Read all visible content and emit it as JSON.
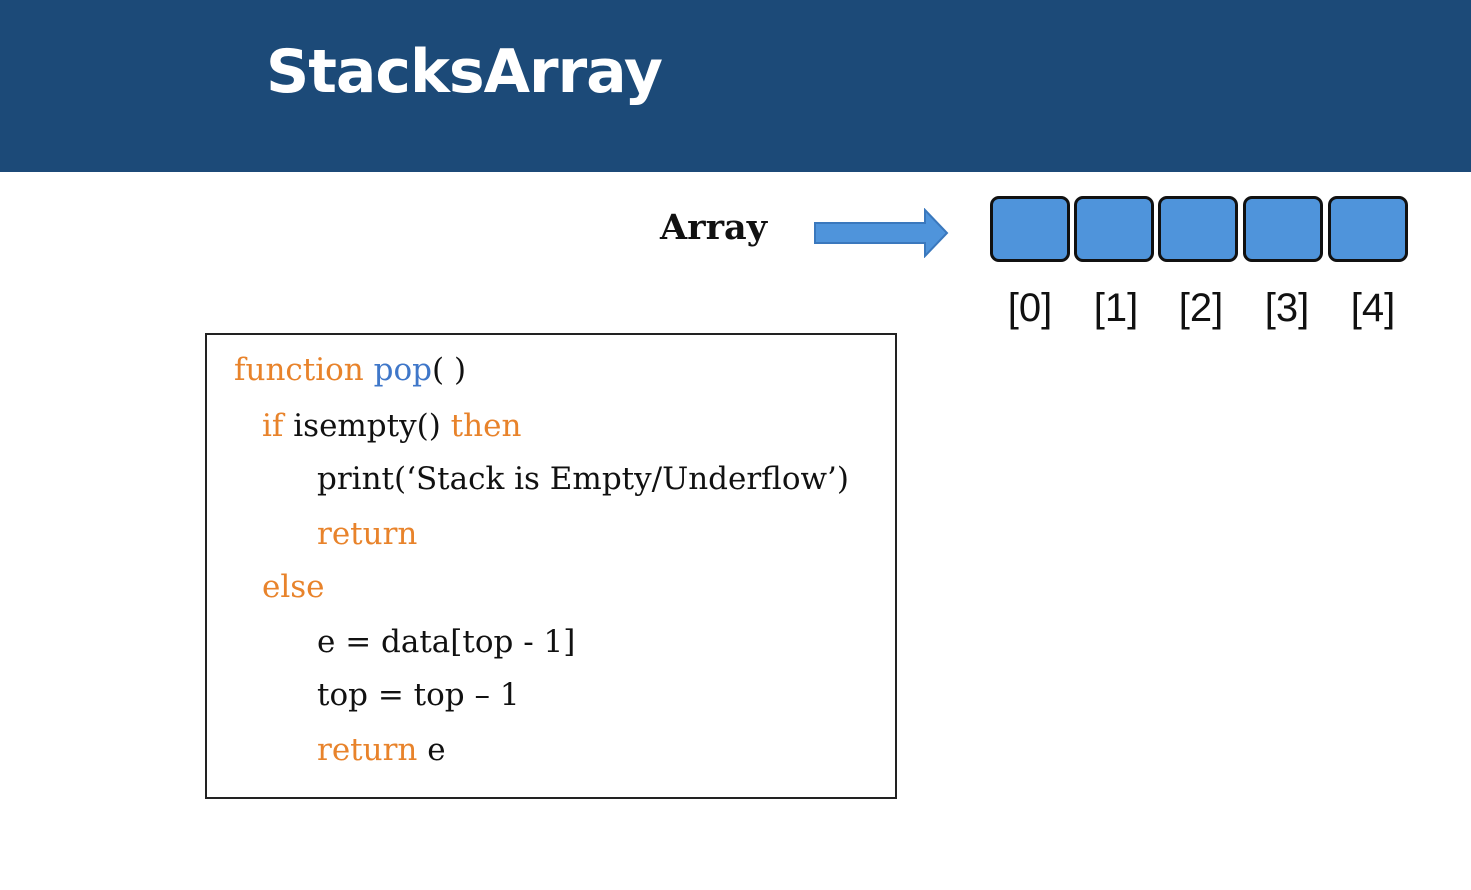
{
  "slide": {
    "title": "StacksArray"
  },
  "diagram": {
    "array_label": "Array",
    "cells": [
      {
        "index_label": "[0]"
      },
      {
        "index_label": "[1]"
      },
      {
        "index_label": "[2]"
      },
      {
        "index_label": "[3]"
      },
      {
        "index_label": "[4]"
      }
    ]
  },
  "code": {
    "line1": {
      "kw": "function",
      "fn": "pop",
      "rest": "( )"
    },
    "line2": {
      "kw1": "if",
      "mid": " isempty() ",
      "kw2": "then"
    },
    "line3": {
      "text": "print(‘Stack is Empty/Underflow’)"
    },
    "line4": {
      "kw": "return"
    },
    "line5": {
      "kw": "else"
    },
    "line6": {
      "text": "e = data[top - 1]"
    },
    "line7": {
      "text": "top = top – 1"
    },
    "line8": {
      "kw": "return",
      "rest": " e"
    }
  },
  "colors": {
    "header_bg": "#1c4a78",
    "keyword": "#e8832b",
    "function_name": "#3f77c9",
    "cell_fill": "#4f94db",
    "arrow_fill": "#4f94db"
  }
}
